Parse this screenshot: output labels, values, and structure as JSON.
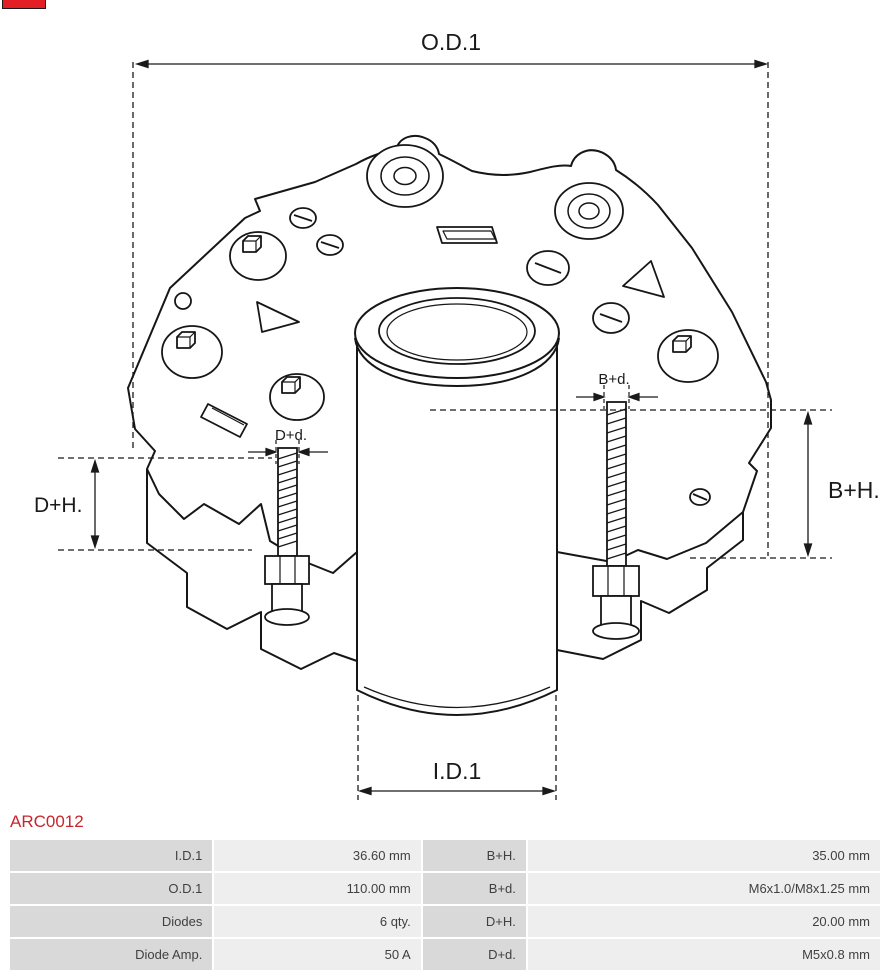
{
  "colors": {
    "accent_red": "#c9252c",
    "logo_red": "#e31e24"
  },
  "part": {
    "number": "ARC0012"
  },
  "diagram": {
    "labels": {
      "od1": "O.D.1",
      "id1": "I.D.1",
      "dh": "D+H.",
      "bh": "B+H.",
      "dd": "D+d.",
      "bd": "B+d."
    }
  },
  "table": {
    "rows": [
      [
        "I.D.1",
        "36.60 mm",
        "B+H.",
        "35.00 mm"
      ],
      [
        "O.D.1",
        "110.00 mm",
        "B+d.",
        "M6x1.0/M8x1.25 mm"
      ],
      [
        "Diodes",
        "6 qty.",
        "D+H.",
        "20.00 mm"
      ],
      [
        "Diode Amp.",
        "50 A",
        "D+d.",
        "M5x0.8 mm"
      ]
    ]
  }
}
